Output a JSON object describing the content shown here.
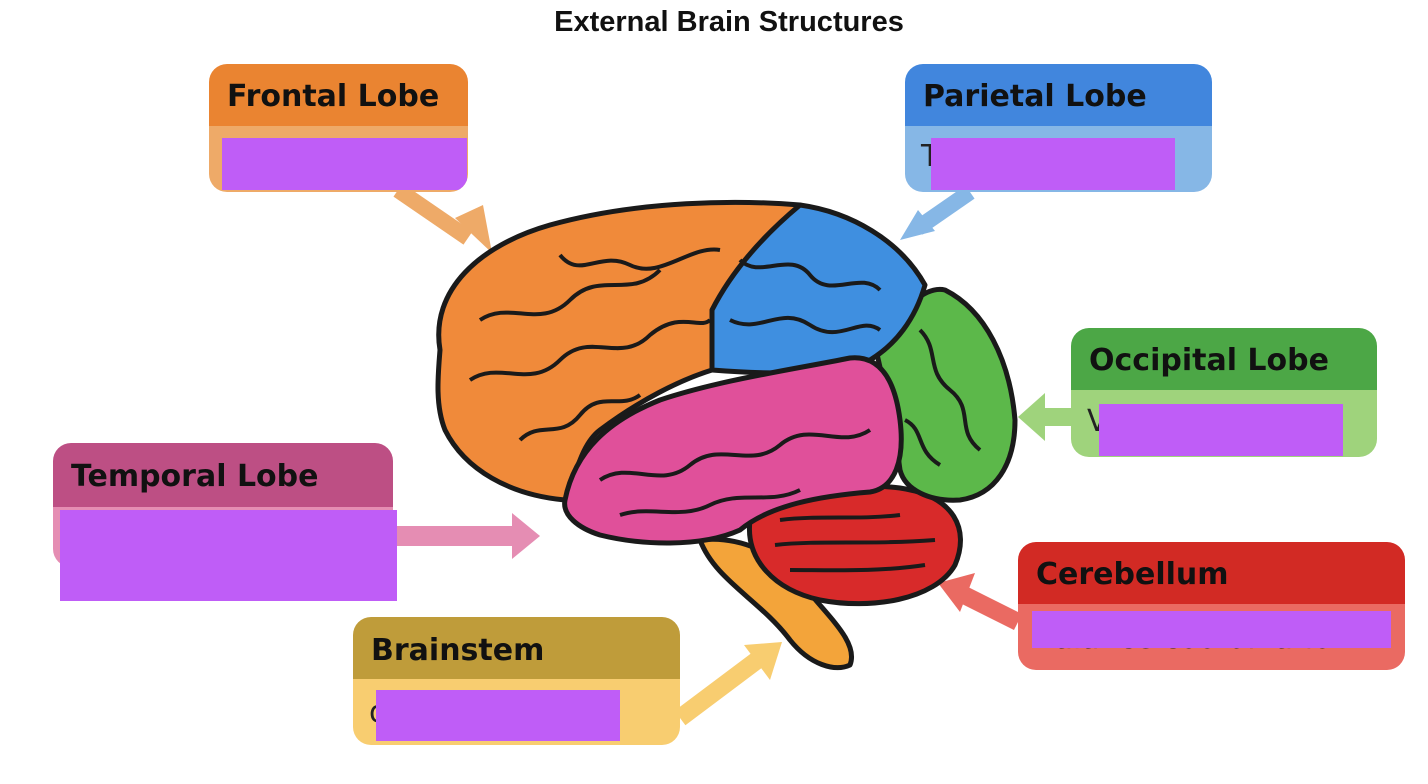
{
  "title": "External Brain Structures",
  "labels": {
    "frontal": {
      "heading": "Frontal Lobe",
      "visible_text": "",
      "color": "#ea8431",
      "body_color": "#eeaa68"
    },
    "parietal": {
      "heading": "Parietal Lobe",
      "visible_text": "T                    n",
      "color": "#4186dd",
      "body_color": "#86b7e6"
    },
    "occipital": {
      "heading": "Occipital Lobe",
      "visible_text": "V                    g",
      "color": "#4ca746",
      "body_color": "#9fd37c"
    },
    "temporal": {
      "heading": "Temporal Lobe",
      "visible_text": "",
      "color": "#bd4f84",
      "body_color": "#e58db3"
    },
    "cerebellum": {
      "heading": "Cerebellum",
      "visible_text": "Balance    coordination",
      "color": "#d22a24",
      "body_color": "#ea6a62"
    },
    "brainstem": {
      "heading": "Brainstem",
      "visible_text": "                ons",
      "color": "#bf9c3a",
      "body_color": "#f8cd70"
    }
  },
  "brain_colors": {
    "frontal": "#f08a3a",
    "parietal": "#3f8fe0",
    "occipital": "#5cb84a",
    "temporal": "#e0509a",
    "cerebellum": "#d82a2a",
    "brainstem": "#f3a43a"
  },
  "redaction_color": "#bf5df7"
}
